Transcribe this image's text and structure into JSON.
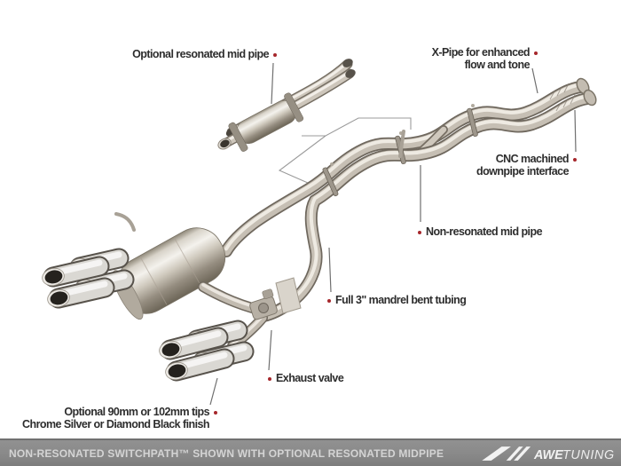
{
  "labels": {
    "optional_resonated_midpipe": "Optional resonated mid pipe",
    "xpipe_line1": "X-Pipe for enhanced",
    "xpipe_line2": "flow and tone",
    "cnc_line1": "CNC machined",
    "cnc_line2": "downpipe interface",
    "non_resonated_midpipe": "Non-resonated mid pipe",
    "mandrel_tubing": "Full 3\" mandrel bent tubing",
    "exhaust_valve": "Exhaust valve",
    "tips_line1": "Optional 90mm or 102mm tips",
    "tips_line2": "Chrome Silver or Diamond Black finish"
  },
  "footer": {
    "caption": "NON-RESONATED SWITCHPATH™ SHOWN WITH OPTIONAL RESONATED MIDPIPE",
    "brand": {
      "bold": "AWE",
      "rest": "TUNING"
    }
  },
  "colors": {
    "bullet": "#a6262b",
    "label_text": "#2d2d2d",
    "leader_line": "#6f6f6f",
    "footer_bar": "#8b8b8b",
    "footer_text": "#d4d4d4"
  }
}
